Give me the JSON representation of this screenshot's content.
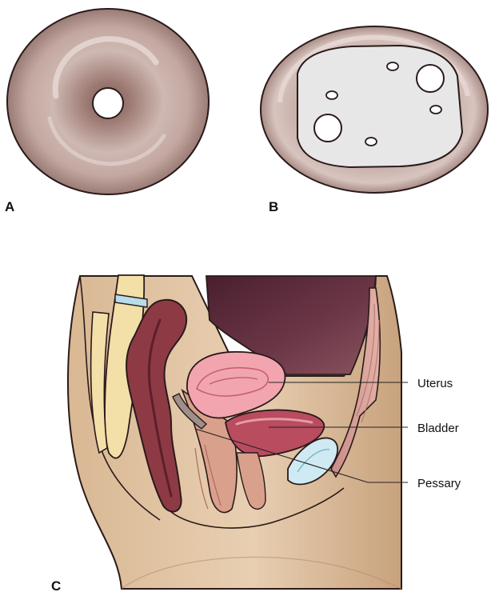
{
  "panels": {
    "a": {
      "letter": "A"
    },
    "b": {
      "letter": "B"
    },
    "c": {
      "letter": "C"
    }
  },
  "callouts": {
    "uterus": "Uterus",
    "bladder": "Bladder",
    "pessary": "Pessary"
  },
  "colors": {
    "ring_outer": "#cdb3ac",
    "ring_inner": "#8e6d66",
    "skin": "#e3c7a7",
    "skin_shadow": "#c6a27f",
    "bone": "#f3dfa8",
    "disc": "#b9dce9",
    "rectum": "#8d3a44",
    "rectum_dark": "#6a2732",
    "uterus": "#f2a5ae",
    "uterus_line": "#c45f71",
    "bladder": "#b94c5f",
    "abdomen": "#5c2c3c",
    "pessary_blue": "#cfeaf2",
    "outline": "#2a1a1a"
  }
}
